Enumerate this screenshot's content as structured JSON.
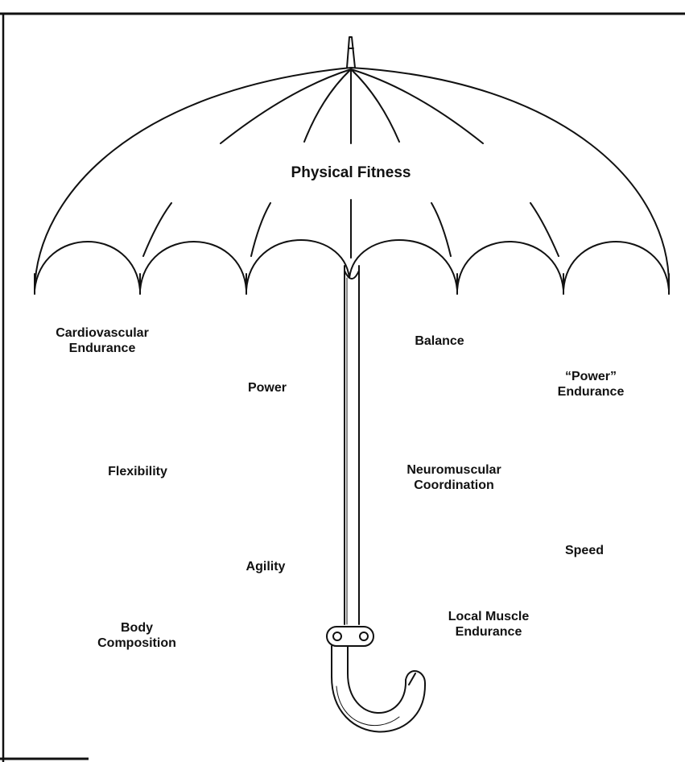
{
  "diagram": {
    "title": "Physical Fitness",
    "components": [
      {
        "id": "cardiovascular-endurance",
        "lines": [
          "Cardiovascular",
          "Endurance"
        ]
      },
      {
        "id": "power",
        "lines": [
          "Power"
        ]
      },
      {
        "id": "flexibility",
        "lines": [
          "Flexibility"
        ]
      },
      {
        "id": "agility",
        "lines": [
          "Agility"
        ]
      },
      {
        "id": "body-composition",
        "lines": [
          "Body",
          "Composition"
        ]
      },
      {
        "id": "balance",
        "lines": [
          "Balance"
        ]
      },
      {
        "id": "power-endurance",
        "lines": [
          "“Power”",
          "Endurance"
        ]
      },
      {
        "id": "neuromuscular-coordination",
        "lines": [
          "Neuromuscular",
          "Coordination"
        ]
      },
      {
        "id": "speed",
        "lines": [
          "Speed"
        ]
      },
      {
        "id": "local-muscle-endurance",
        "lines": [
          "Local Muscle",
          "Endurance"
        ]
      }
    ]
  }
}
